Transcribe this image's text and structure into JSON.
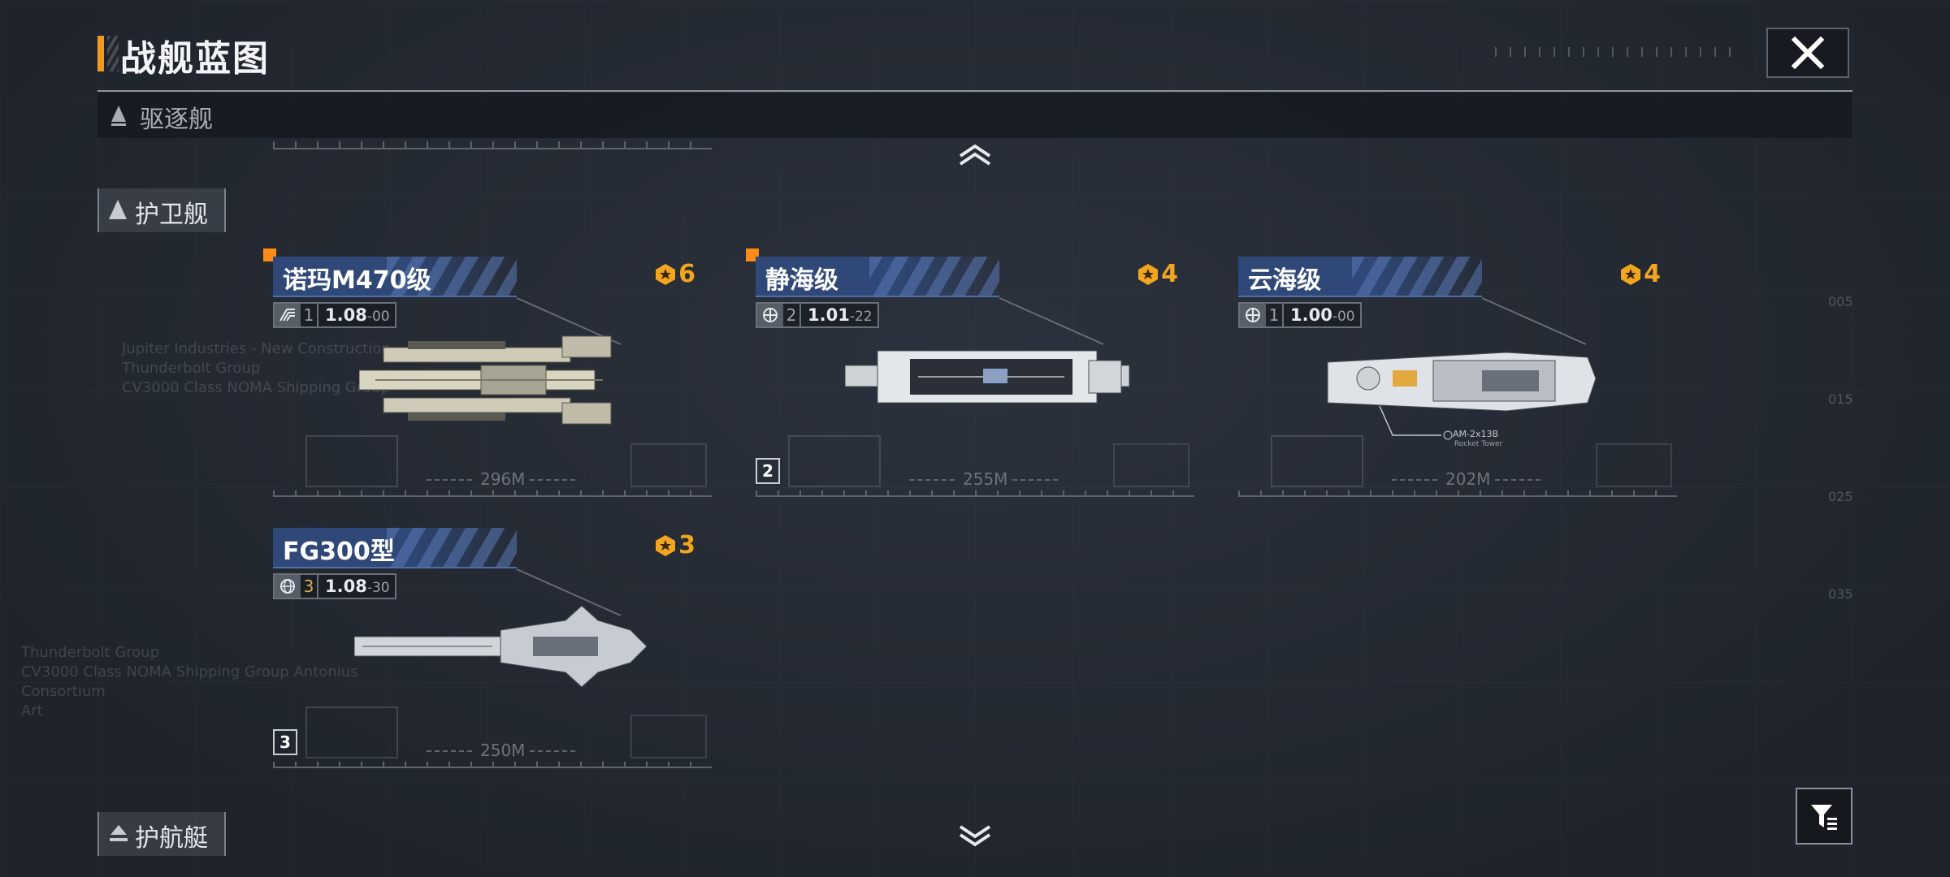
{
  "header": {
    "title": "战舰蓝图"
  },
  "category_bar": {
    "label": "驱逐舰"
  },
  "sections": [
    {
      "label": "护卫舰"
    },
    {
      "label": "护航艇"
    }
  ],
  "cards": [
    {
      "name": "诺玛M470级",
      "cost": "6",
      "tier": "1",
      "stat_main": "1.08",
      "stat_small": "-00",
      "length": "296M",
      "level": "",
      "new_badge": true,
      "stat_icon": "chevron-stripes-icon"
    },
    {
      "name": "静海级",
      "cost": "4",
      "tier": "2",
      "stat_main": "1.01",
      "stat_small": "-22",
      "length": "255M",
      "level": "2",
      "new_badge": true,
      "stat_icon": "gear-globe-icon"
    },
    {
      "name": "云海级",
      "cost": "4",
      "tier": "1",
      "stat_main": "1.00",
      "stat_small": "-00",
      "length": "202M",
      "level": "",
      "new_badge": false,
      "stat_icon": "gear-globe-icon",
      "annotation": "AM-2x13B",
      "annotation_sub": "Rocket Tower"
    },
    {
      "name": "FG300型",
      "cost": "3",
      "tier": "3",
      "stat_main": "1.08",
      "stat_small": "-30",
      "length": "250M",
      "level": "3",
      "new_badge": false,
      "stat_icon": "globe-icon"
    }
  ],
  "background_text": {
    "block1": [
      "Thunderbolt Group",
      "CV3000 Class NOMA Shipping Group Antonius Consortium",
      "Art"
    ],
    "block2": [
      "Jupiter Industries - New Construction",
      "Thunderbolt Group",
      "CV3000 Class NOMA Shipping Group"
    ],
    "side_numbers": [
      "005",
      "015",
      "025",
      "035"
    ]
  },
  "colors": {
    "accent": "#f29a1f",
    "cost": "#f2a51e",
    "name_bar": "#2f4877",
    "badge": "#ff8a16"
  }
}
